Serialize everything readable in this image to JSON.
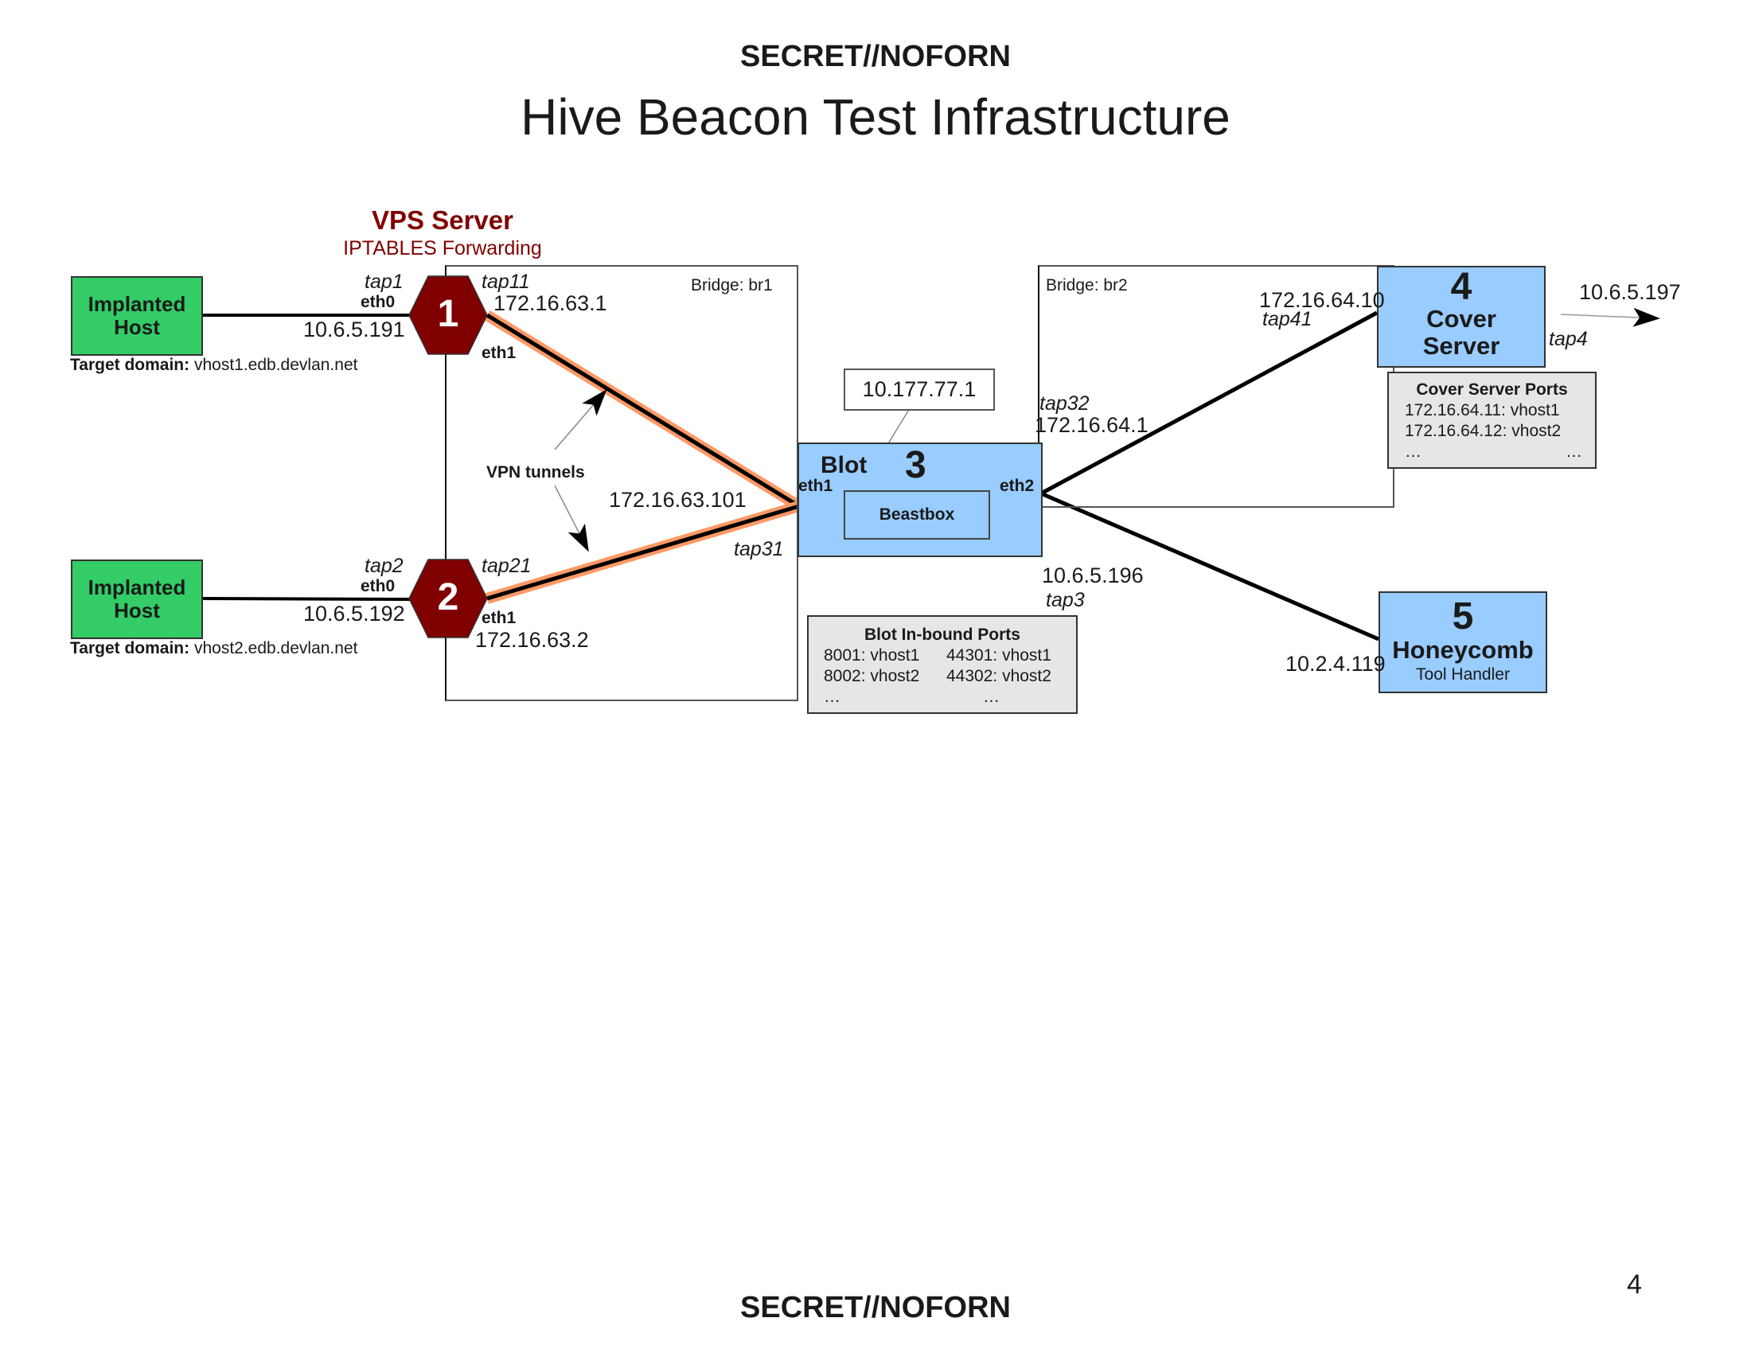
{
  "header": {
    "classification": "SECRET//NOFORN",
    "title": "Hive Beacon Test Infrastructure"
  },
  "footer": {
    "classification": "SECRET//NOFORN",
    "page_number": "4"
  },
  "vps": {
    "title": "VPS Server",
    "subtitle": "IPTABLES Forwarding",
    "color": "#800000"
  },
  "implanted_hosts": [
    {
      "label_line1": "Implanted",
      "label_line2": "Host",
      "target_domain_label": "Target domain:",
      "target_domain": "vhost1.edb.devlan.net",
      "tap": "tap1",
      "iface": "eth0",
      "ip": "10.6.5.191"
    },
    {
      "label_line1": "Implanted",
      "label_line2": "Host",
      "target_domain_label": "Target domain:",
      "target_domain": "vhost2.edb.devlan.net",
      "tap": "tap2",
      "iface": "eth0",
      "ip": "10.6.5.192"
    }
  ],
  "vps_nodes": [
    {
      "number": "1",
      "tap": "tap11",
      "ip": "172.16.63.1",
      "iface": "eth1"
    },
    {
      "number": "2",
      "tap": "tap21",
      "ip": "172.16.63.2",
      "iface": "eth1"
    }
  ],
  "bridge1": {
    "label": "Bridge: br1"
  },
  "bridge2": {
    "label": "Bridge: br2"
  },
  "vpn": {
    "label": "VPN tunnels",
    "blot_ip": "172.16.63.101",
    "blot_tap": "tap31"
  },
  "blot": {
    "number": "3",
    "name": "Blot",
    "iface_in": "eth1",
    "iface_out": "eth2",
    "inner_box": "Beastbox",
    "callout_ip": "10.177.77.1",
    "ext_ip": "10.6.5.196",
    "ext_tap": "tap3",
    "br2_tap": "tap32",
    "br2_ip": "172.16.64.1"
  },
  "blot_ports": {
    "title": "Blot In-bound Ports",
    "rows": [
      [
        "8001: vhost1",
        "44301: vhost1"
      ],
      [
        "8002: vhost2",
        "44302: vhost2"
      ],
      [
        "…",
        "…"
      ]
    ]
  },
  "cover_server": {
    "number": "4",
    "name_line1": "Cover",
    "name_line2": "Server",
    "ip": "172.16.64.10",
    "tap": "tap41",
    "ext_ip": "10.6.5.197",
    "ext_tap": "tap4"
  },
  "cover_ports": {
    "title": "Cover Server Ports",
    "rows": [
      [
        "172.16.64.11: vhost1",
        ""
      ],
      [
        "172.16.64.12: vhost2",
        ""
      ],
      [
        "…",
        "…"
      ]
    ]
  },
  "honeycomb": {
    "number": "5",
    "name": "Honeycomb",
    "subtitle": "Tool Handler",
    "ip": "10.2.4.119"
  },
  "colors": {
    "implanted_host": "#33cc66",
    "node_blue": "#99ccff",
    "port_box": "#e6e6e6",
    "vpn_highlight": "#ff9966",
    "hexagon": "#800000"
  }
}
